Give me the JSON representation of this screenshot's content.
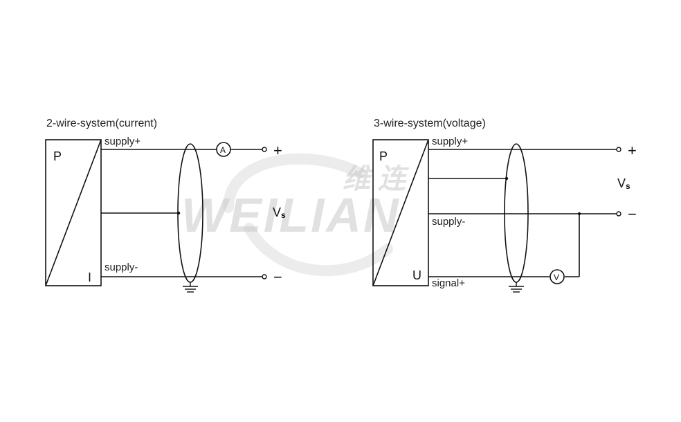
{
  "watermark": {
    "brand": "WEILIAN",
    "chinese": "维 连"
  },
  "diagram_left": {
    "title": "2-wire-system(current)",
    "block_top_letter": "P",
    "block_bottom_letter": "I",
    "supply_plus": "supply+",
    "supply_minus": "supply-",
    "meter": "A",
    "plus": "+",
    "minus": "−",
    "vs_main": "V",
    "vs_sub": "s"
  },
  "diagram_right": {
    "title": "3-wire-system(voltage)",
    "block_top_letter": "P",
    "block_bottom_letter": "U",
    "supply_plus": "supply+",
    "supply_minus": "supply-",
    "signal_plus": "signal+",
    "meter": "V",
    "plus": "+",
    "minus": "−",
    "vs_main": "V",
    "vs_sub": "s"
  }
}
